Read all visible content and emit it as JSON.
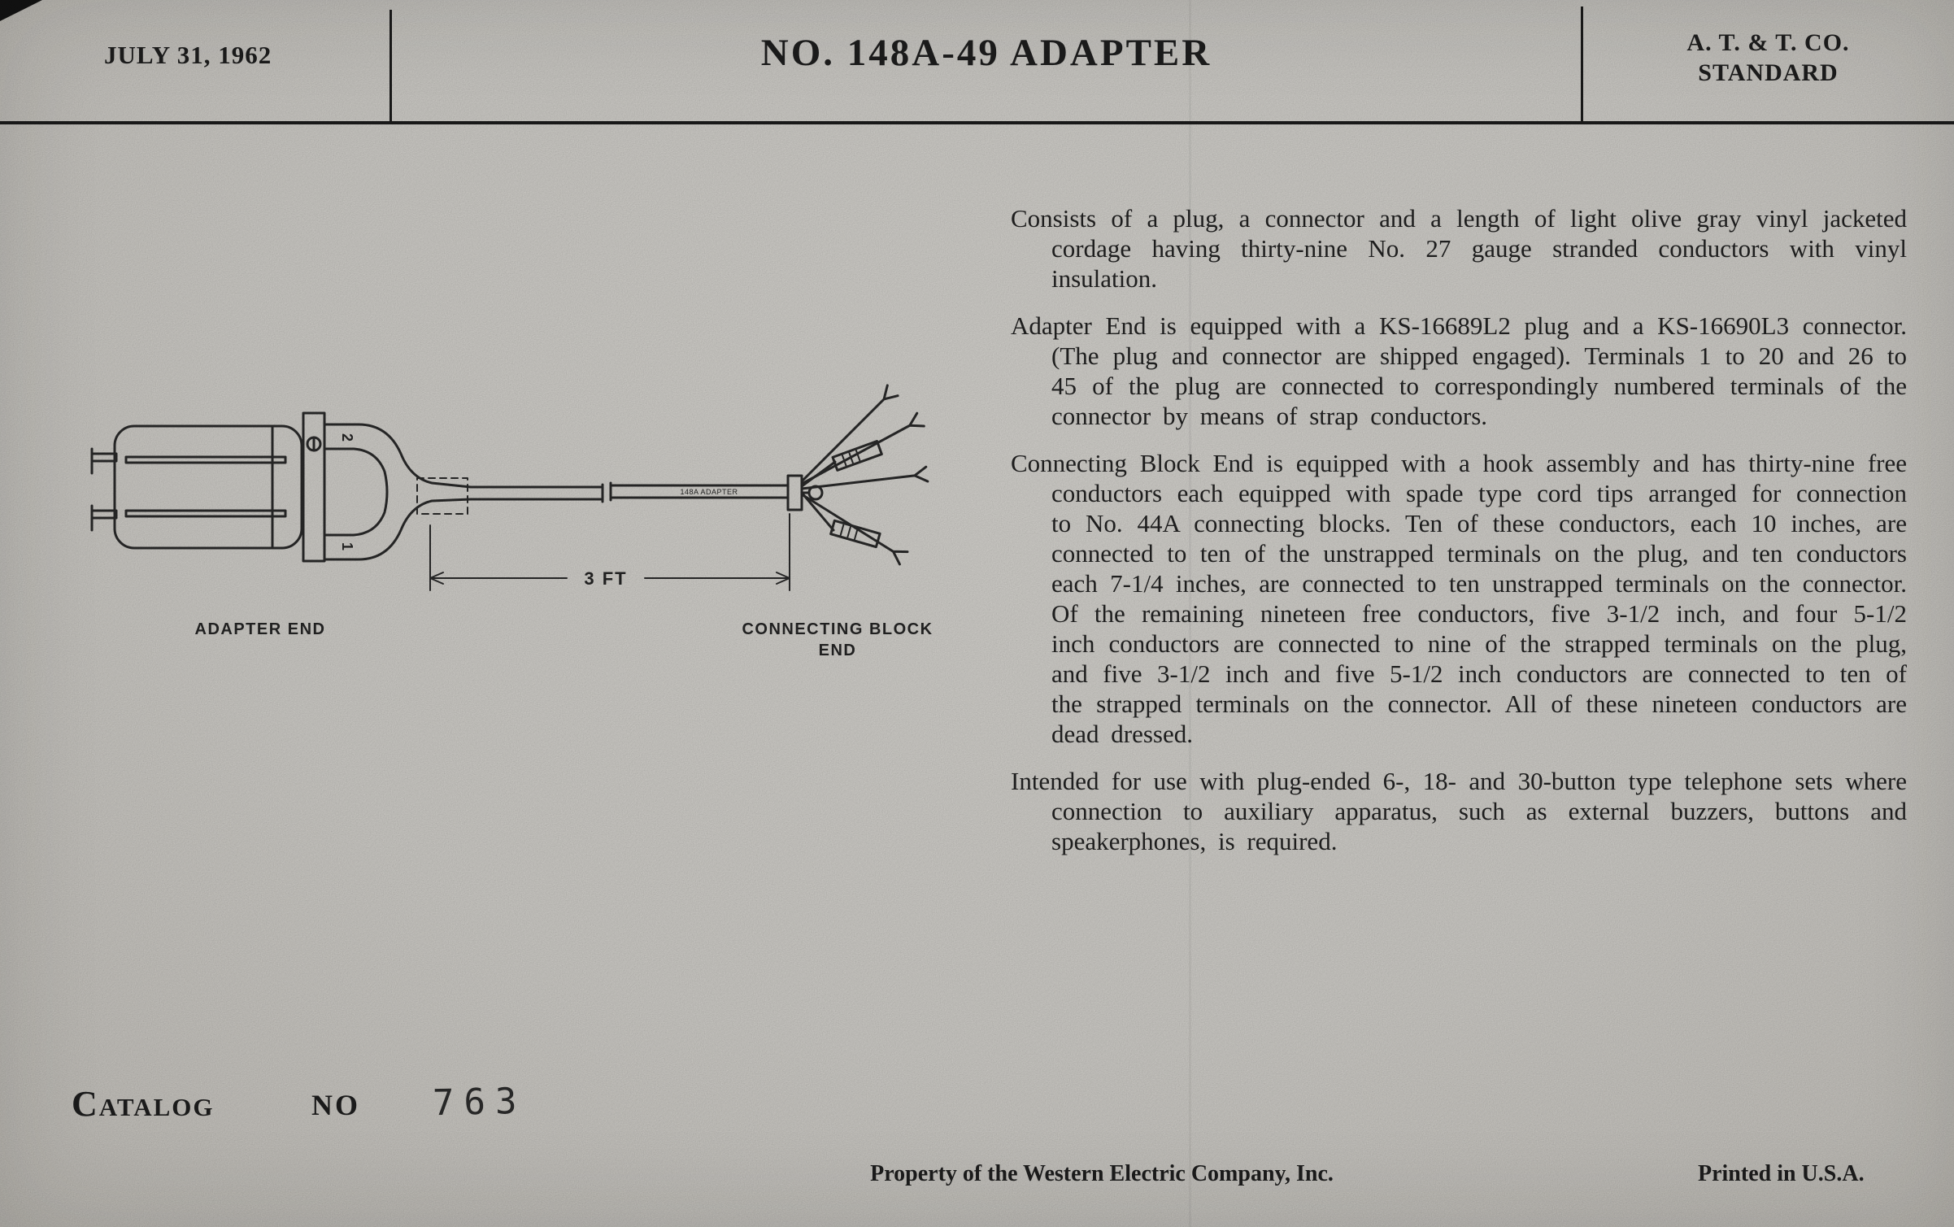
{
  "page": {
    "background": "#d7d5d0",
    "ink": "#1f1f1f"
  },
  "header": {
    "date": "JULY 31, 1962",
    "title": "NO. 148A-49 ADAPTER",
    "org_line1": "A. T. & T. CO.",
    "org_line2": "STANDARD"
  },
  "diagram": {
    "adapter_end_label": "ADAPTER END",
    "connecting_block_label_line1": "CONNECTING BLOCK",
    "connecting_block_label_line2": "END",
    "dimension_label": "3 FT",
    "cable_marking": "148A ADAPTER",
    "fork_terminal_upper": "2",
    "fork_terminal_lower": "1"
  },
  "body": {
    "paragraphs": [
      "Consists of a plug, a connector and a length of light olive gray vinyl jacketed cordage having thirty-nine No. 27 gauge stranded conductors with vinyl insulation.",
      "Adapter End is equipped with a KS-16689L2 plug and a KS-16690L3 connector. (The plug and connector are shipped engaged). Terminals 1 to 20 and 26 to 45 of the plug are connected to correspondingly numbered terminals of the connector by means of strap conductors.",
      "Connecting Block End is equipped with a hook assembly and has thirty-nine free conductors each equipped with spade type cord tips arranged for connection to No. 44A connecting blocks. Ten of these conductors, each 10 inches, are connected to ten of the unstrapped terminals on the plug, and ten conductors each 7-1/4 inches, are connected to ten unstrapped terminals on the connector. Of the remaining nineteen free conductors, five 3-1/2 inch, and four 5-1/2 inch conductors are connected to nine of the strapped terminals on the plug, and five 3-1/2 inch and five 5-1/2 inch conductors are connected to ten of the strapped terminals on the connector. All of these nineteen conductors are dead dressed.",
      "Intended for use with plug-ended 6-, 18- and 30-button type telephone sets where connection to auxiliary apparatus, such as external buzzers, buttons and speakerphones, is required."
    ]
  },
  "catalog": {
    "label": "Catalog",
    "no_label": "NO",
    "number": "763"
  },
  "footer": {
    "property_line": "Property of the Western Electric Company, Inc.",
    "printed_line": "Printed in U.S.A."
  }
}
